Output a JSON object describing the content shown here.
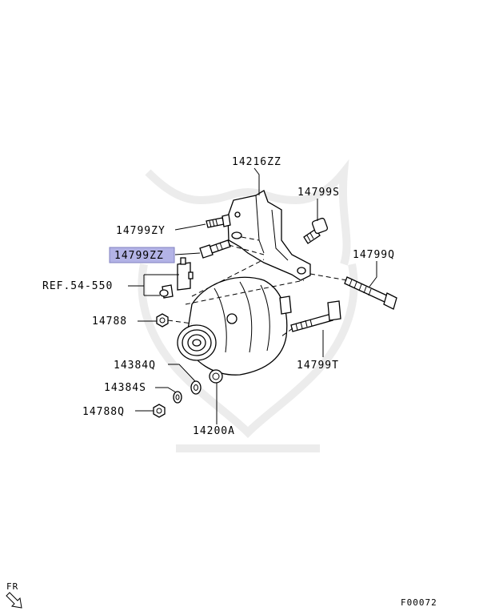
{
  "diagram": {
    "part_labels": {
      "p14216ZZ": "14216ZZ",
      "p14799S": "14799S",
      "p14799ZY": "14799ZY",
      "p14799ZZ": "14799ZZ",
      "p14799Q": "14799Q",
      "ref": "REF.54-550",
      "p14788": "14788",
      "p14384Q": "14384Q",
      "p14799T": "14799T",
      "p14384S": "14384S",
      "p14788Q": "14788Q",
      "p14200A": "14200A"
    },
    "highlight_color": "#b3b3e6",
    "direction_label": "FR",
    "figure_code": "F00072"
  }
}
